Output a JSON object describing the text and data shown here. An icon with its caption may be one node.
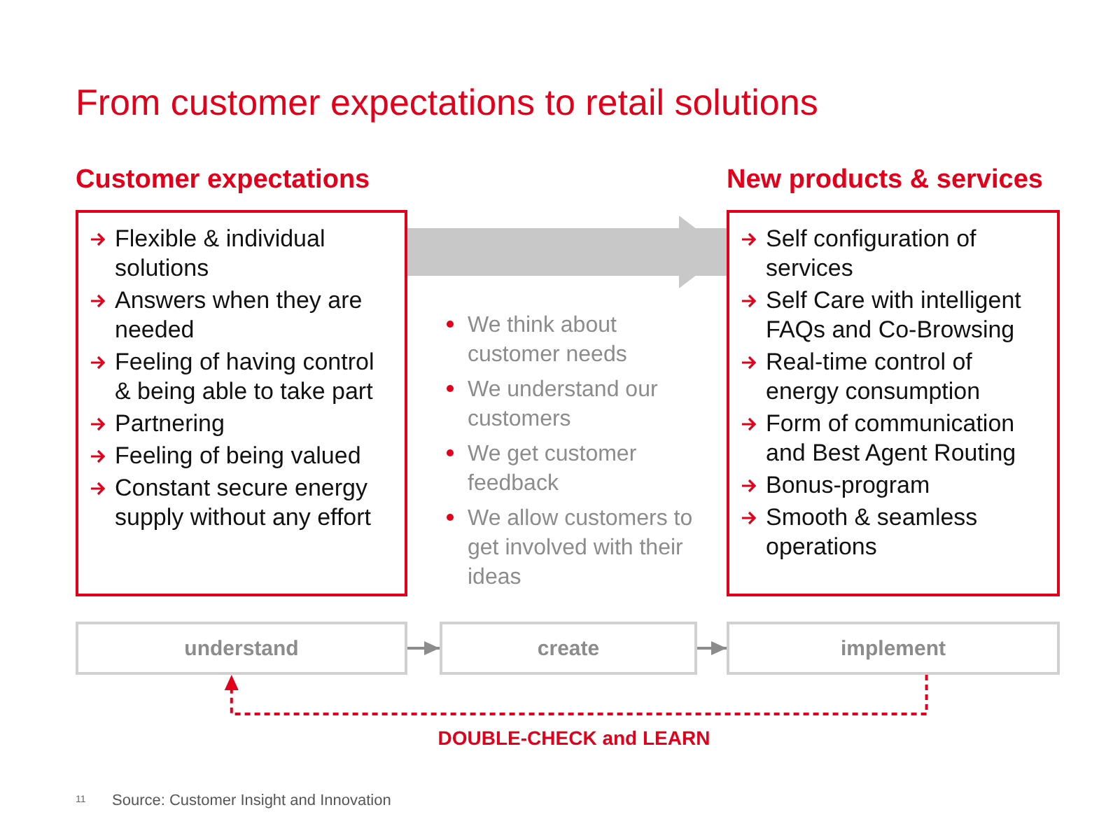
{
  "diagram": {
    "title": "From customer expectations to retail solutions",
    "nodes": [
      {
        "text": [
          "Customer expectations",
          "Flexible & individual solutions",
          "Answers when they are needed",
          "Feeling of having control & being able to take part",
          "Partnering",
          "Feeling of being valued",
          "Constant secure energy supply without any effort"
        ]
      },
      {
        "text": [
          "New products & services",
          "Self configuration of services",
          "Self Care with intelligent FAQs and Co-Browsing",
          "Real-time control of energy consumption",
          "Form of communication and Best Agent Routing",
          "Bonus-program",
          "Smooth & seamless operations"
        ]
      },
      {
        "text": [
          "understand"
        ]
      },
      {
        "text": [
          "create"
        ]
      },
      {
        "text": [
          "implement"
        ]
      }
    ],
    "edges": [
      {
        "from": 0,
        "to": 1,
        "arrow": "to",
        "style": "thick",
        "color": "#c8c8c8"
      },
      {
        "from": 2,
        "to": 3,
        "arrow": "to"
      },
      {
        "from": 3,
        "to": 4,
        "arrow": "to"
      },
      {
        "from": 4,
        "to": 2,
        "arrow": "to",
        "style": "dashed",
        "color": "#e2001a",
        "label": "DOUBLE-CHECK and LEARN"
      }
    ],
    "labels": [
      "We think about customer needs",
      "We understand our customers",
      "We get customer feedback",
      "We allow customers to get involved with their ideas",
      "11",
      "Source: Customer Insight and Innovation"
    ]
  }
}
